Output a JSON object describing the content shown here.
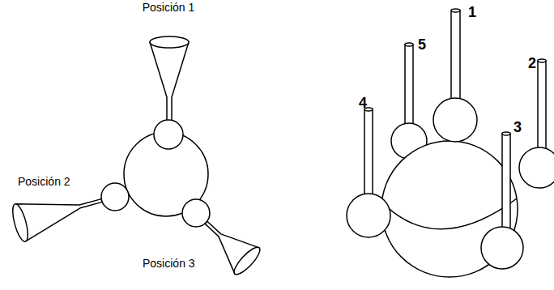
{
  "diagram": {
    "labels": [
      "Posición 1",
      "Posición 2",
      "Posición 3",
      "1",
      "5",
      "2",
      "4",
      "3"
    ]
  }
}
